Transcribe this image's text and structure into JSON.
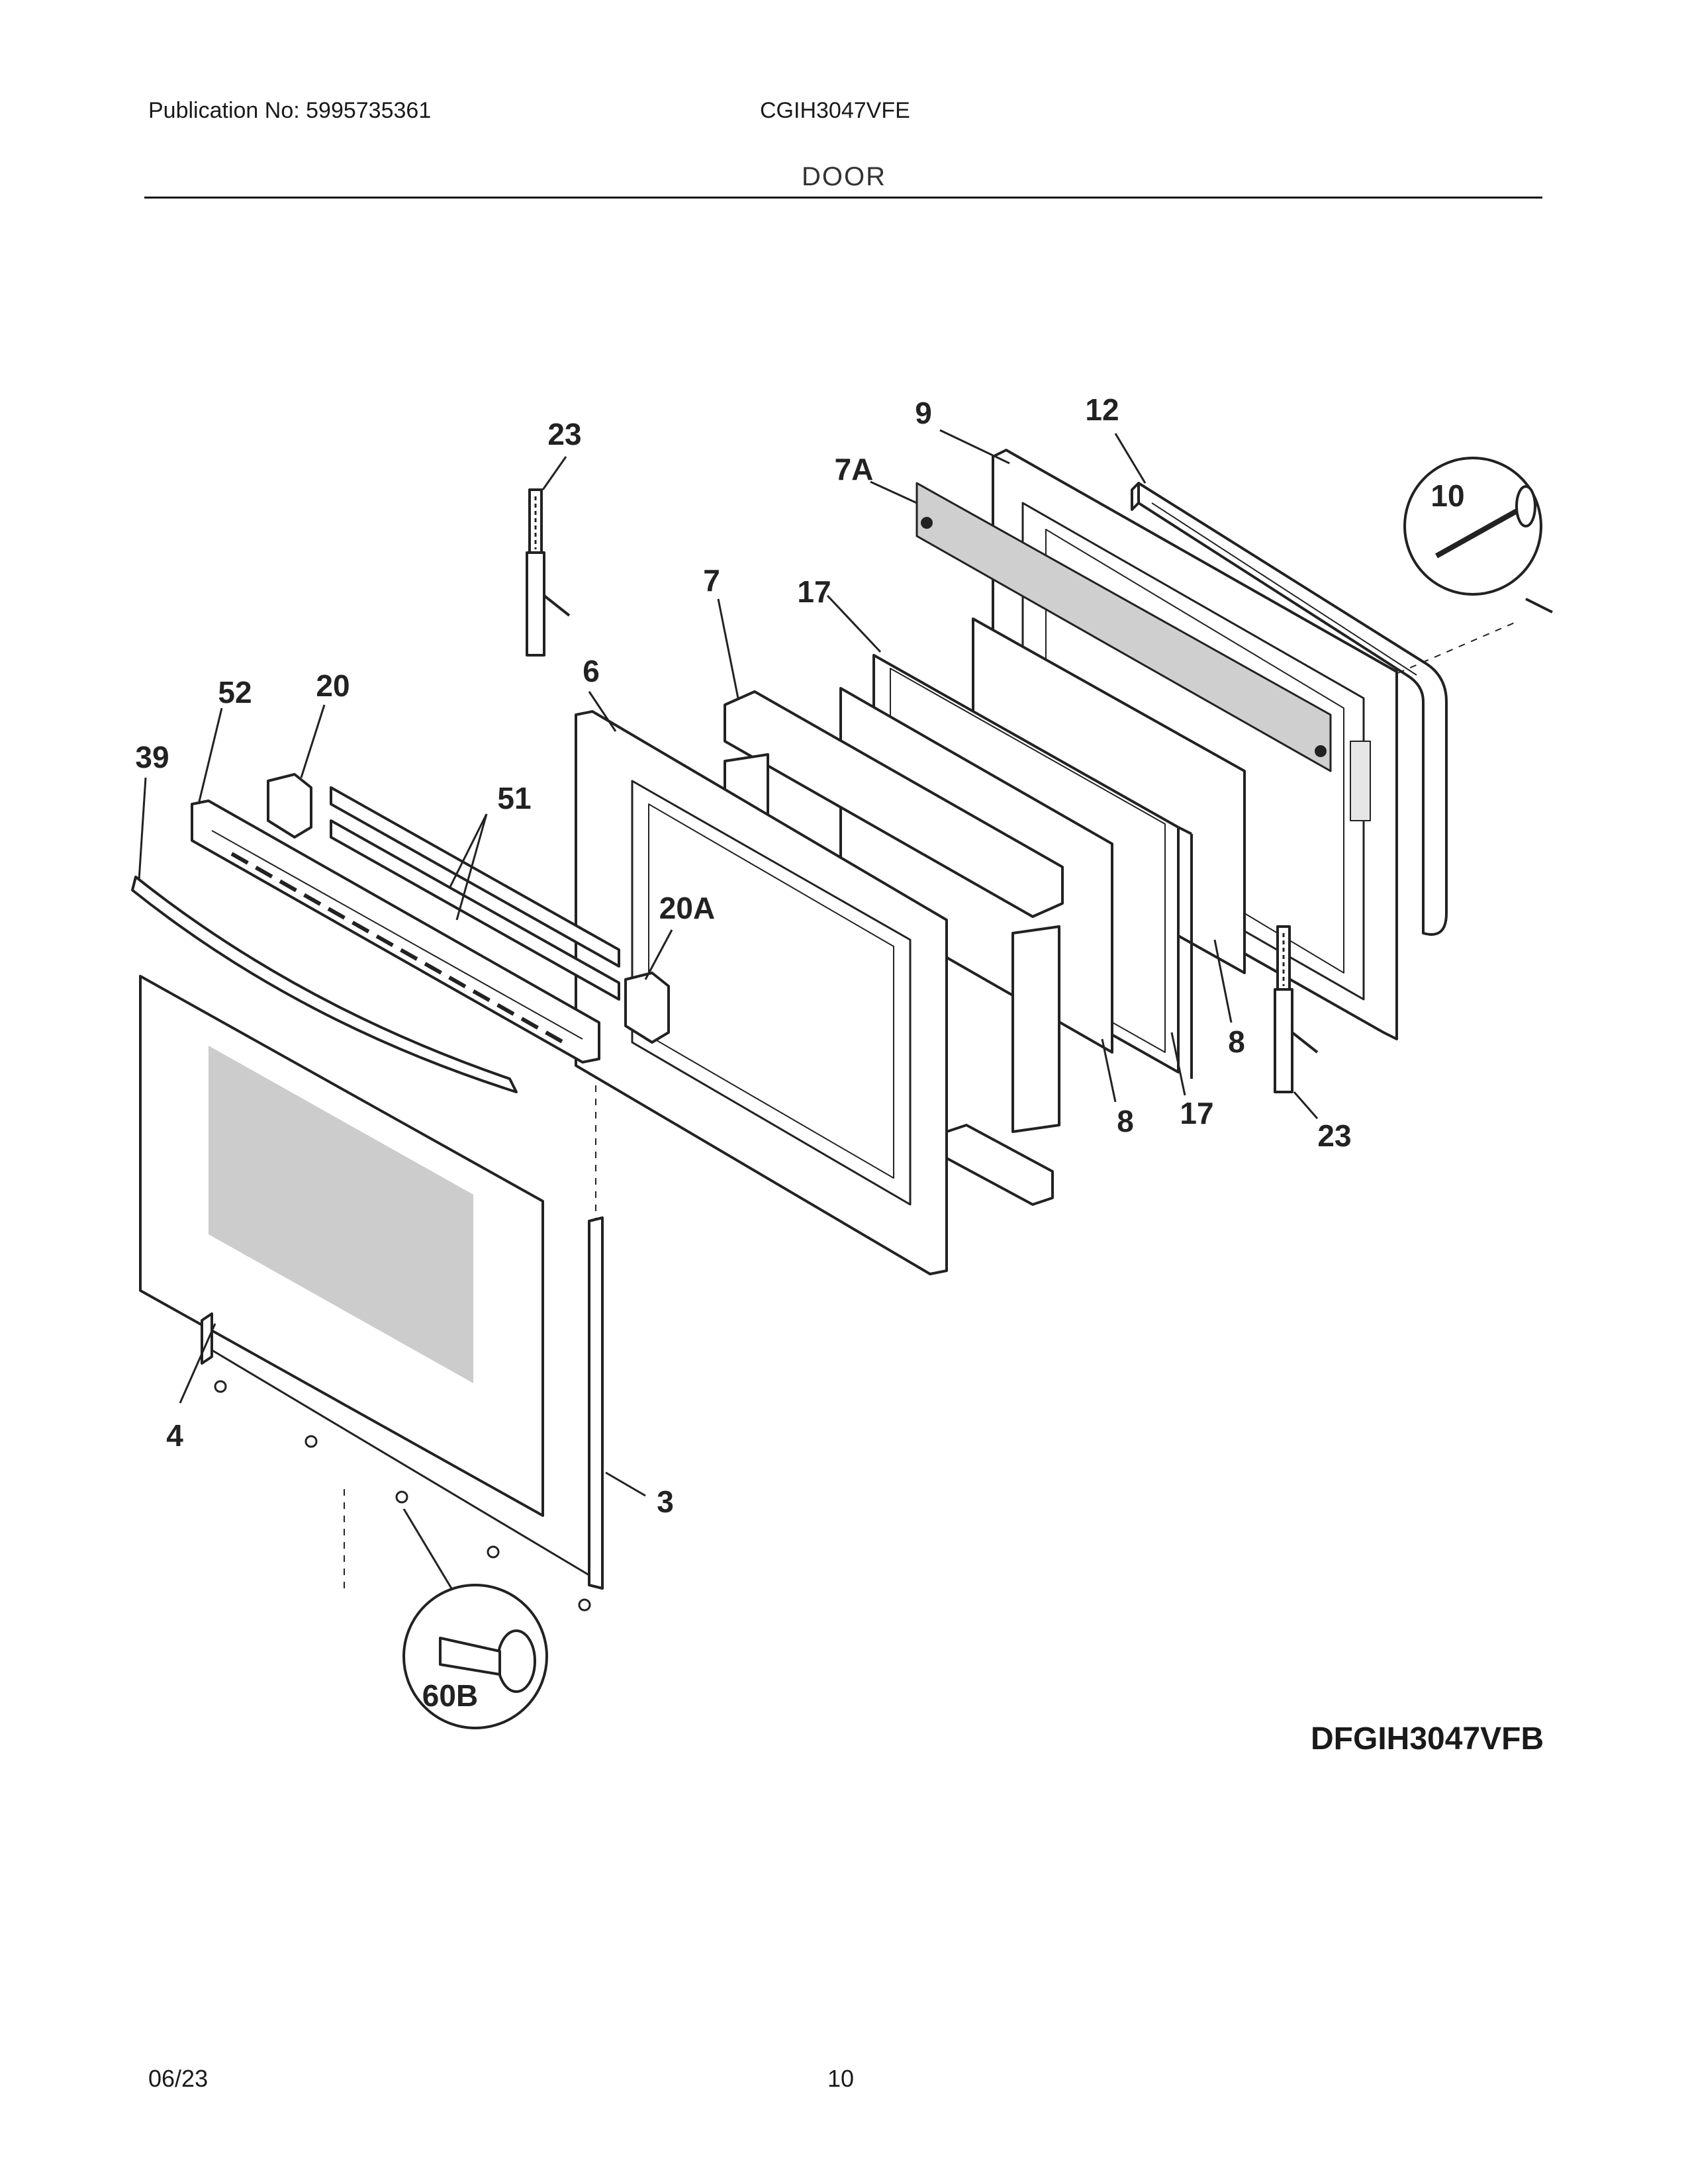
{
  "header": {
    "publication": "Publication No: 5995735361",
    "model": "CGIH3047VFE",
    "section": "DOOR"
  },
  "diagram": {
    "code": "DFGIH3047VFB",
    "callouts": [
      "23",
      "9",
      "12",
      "7A",
      "10",
      "7",
      "17",
      "52",
      "20",
      "6",
      "39",
      "51",
      "20A",
      "8",
      "8",
      "17",
      "23",
      "4",
      "3",
      "60B"
    ]
  },
  "footer": {
    "date": "06/23",
    "page": "10"
  }
}
